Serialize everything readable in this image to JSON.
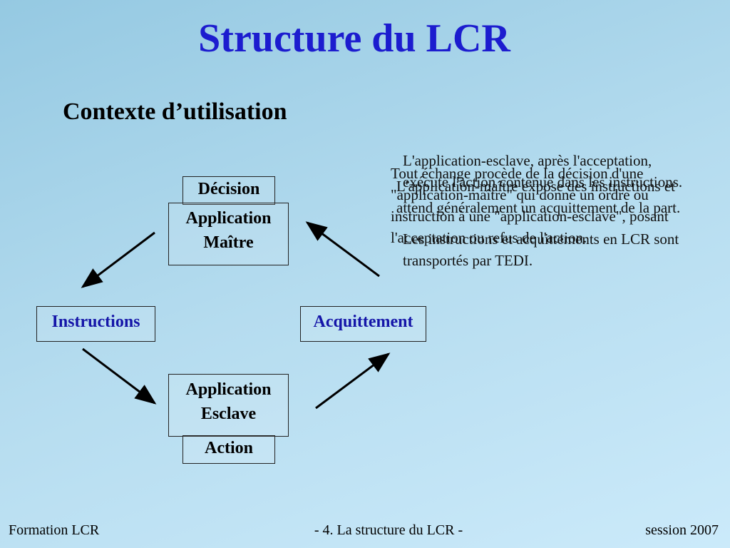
{
  "title": "Structure du LCR",
  "subtitle": "Contexte d’utilisation",
  "boxes": {
    "decision": "Décision",
    "master_line1": "Application",
    "master_line2": "Maître",
    "instructions": "Instructions",
    "acknowledgement": "Acquittement",
    "slave_line1": "Application",
    "slave_line2": "Esclave",
    "action": "Action"
  },
  "notes": {
    "overlap_a": "L'application-esclave, après l'acceptation, exécute l'action contenue dans les instructions.",
    "overlap_b": "Tout échange procède de la décision d'une \"application-maître\" qui donne un ordre ou instruction à une \"application-esclave\", posant l'acceptation ou refus de l'action.",
    "overlap_c": "L'application-maître expose des instructions et attend généralement un acquittement de la part.",
    "final": "Les instructions et acquittements en LCR sont transportés par TEDI."
  },
  "colors": {
    "title": "#1c1ccf",
    "blue_label": "#1515a8",
    "background_top": "#95c9e2",
    "background_bottom": "#cbeafa"
  },
  "footer": {
    "left": "Formation LCR",
    "center": "- 4. La structure du LCR -",
    "right": "session 2007"
  }
}
